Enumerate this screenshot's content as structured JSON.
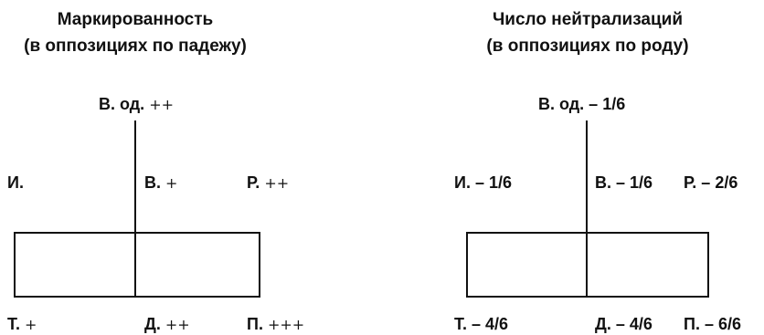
{
  "left": {
    "title_line1": "Маркированность",
    "title_line2": "(в оппозициях по падежу)",
    "labels": {
      "v_od": {
        "case": "В. од.",
        "mark": "++"
      },
      "i": {
        "case": "И.",
        "mark": ""
      },
      "v": {
        "case": "В.",
        "mark": "+"
      },
      "r": {
        "case": "Р.",
        "mark": "++"
      },
      "t": {
        "case": "Т.",
        "mark": "+"
      },
      "d": {
        "case": "Д.",
        "mark": "++"
      },
      "p": {
        "case": "П.",
        "mark": "+++"
      }
    }
  },
  "right": {
    "title_line1": "Число нейтрализаций",
    "title_line2": "(в оппозициях по роду)",
    "labels": {
      "v_od": "В. од. – 1/6",
      "i": "И. – 1/6",
      "v": "В. – 1/6",
      "r": "Р. – 2/6",
      "t": "Т. – 4/6",
      "d": "Д. – 4/6",
      "p": "П. – 6/6"
    }
  },
  "colors": {
    "line": "#111111",
    "text": "#111111",
    "background": "#ffffff"
  }
}
